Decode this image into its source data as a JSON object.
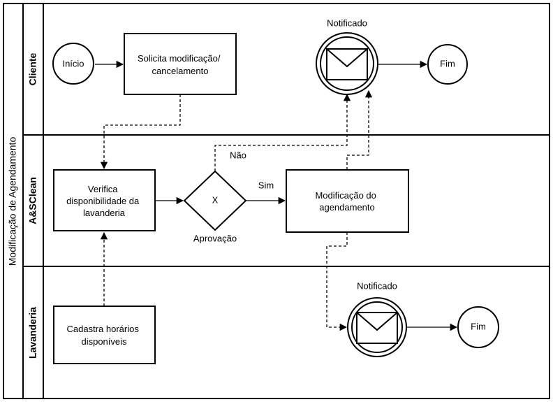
{
  "pool": {
    "title": "Modificação de Agendamento"
  },
  "lanes": {
    "cliente": "Cliente",
    "asclean": "A&SClean",
    "lavanderia": "Lavanderia"
  },
  "nodes": {
    "inicio": "Início",
    "solicita": [
      "Solicita modificação/",
      "cancelamento"
    ],
    "notificado_cliente": "Notificado",
    "fim_cliente": "Fim",
    "verifica": [
      "Verifica",
      "disponibilidade da",
      "lavanderia"
    ],
    "gateway_symbol": "X",
    "gateway_label": "Aprovação",
    "modificacao": [
      "Modificação do",
      "agendamento"
    ],
    "cadastra": [
      "Cadastra horários",
      "disponíveis"
    ],
    "notificado_lavanderia": "Notificado",
    "fim_lavanderia": "Fim"
  },
  "edge_labels": {
    "nao": "Não",
    "sim": "Sim"
  },
  "colors": {
    "stroke": "#000000",
    "background": "#ffffff"
  }
}
